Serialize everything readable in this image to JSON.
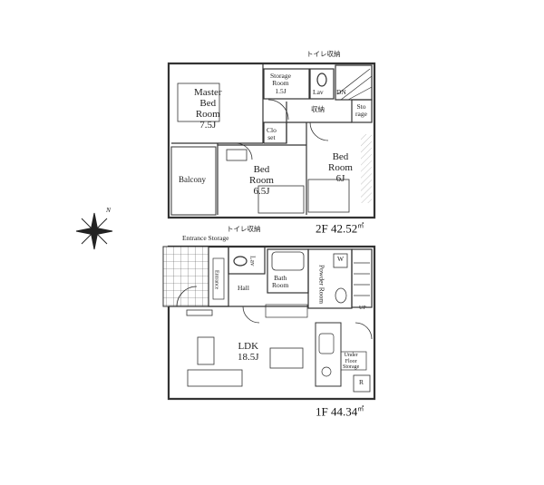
{
  "floor2": {
    "area": "2F 42.52",
    "area_unit": "㎡",
    "rooms": {
      "master_bedroom": [
        "Master",
        "Bed",
        "Room",
        "7.5J"
      ],
      "storage_room": [
        "Storage",
        "Room",
        "1.5J"
      ],
      "toilet_storage": "トイレ収納",
      "lav": "Lav",
      "down": "DN",
      "storage": [
        "Sto",
        "rage"
      ],
      "closet_small": [
        "Clo",
        "set"
      ],
      "closet": "収納",
      "bedroom_a": [
        "Bed",
        "Room",
        "6.5J"
      ],
      "bedroom_b": [
        "Bed",
        "Room",
        "6J"
      ],
      "balcony": "Balcony"
    }
  },
  "floor1": {
    "area": "1F 44.34",
    "area_unit": "㎡",
    "rooms": {
      "entrance_storage": "Entrance Storage",
      "toilet_storage": "トイレ収納",
      "entrance": "Entrance",
      "lav": "Lav",
      "hall": "Hall",
      "bath": [
        "Bath",
        "Room"
      ],
      "powder": [
        "Powder",
        "Room"
      ],
      "washer": "W",
      "up": "UP",
      "ldk": [
        "LDK",
        "18.5J"
      ],
      "under_floor": [
        "Under",
        "Floor",
        "Storage"
      ],
      "fridge": "R"
    }
  },
  "compass": {
    "north": "N"
  },
  "colors": {
    "line": "#333333",
    "wall": "#444444",
    "fill": "#ffffff"
  }
}
